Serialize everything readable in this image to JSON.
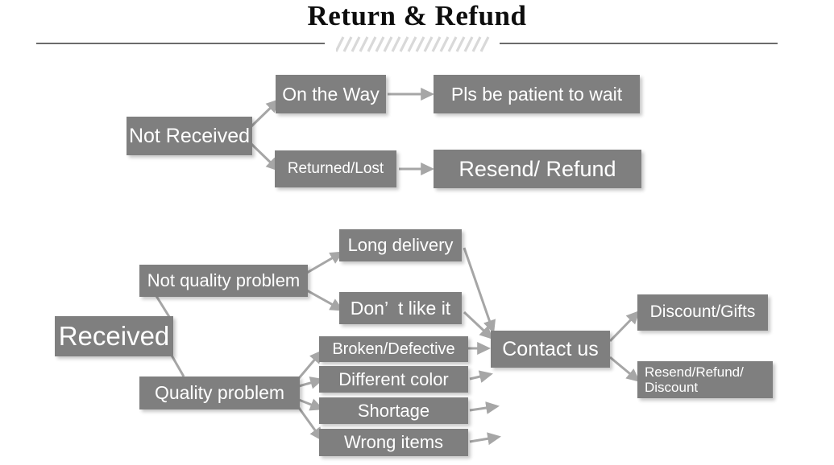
{
  "header": {
    "title": "Return & Refund",
    "divider_icon": "hatch-divider-icon"
  },
  "colors": {
    "node_fill": "#7f7f7f",
    "node_text": "#ffffff",
    "connector": "#a6a6a6",
    "divider_rule": "#6b6b6b",
    "divider_hatch": "#d9d9d9",
    "page_background": "#ffffff",
    "title_text": "#0d0d0d"
  },
  "flow": {
    "not_received_branch": {
      "root": "Not Received",
      "nodes": [
        {
          "id": "on-the-way",
          "label": "On the Way"
        },
        {
          "id": "pls-wait",
          "label": "Pls be patient to wait"
        },
        {
          "id": "returned-lost",
          "label": "Returned/Lost"
        },
        {
          "id": "resend-refund",
          "label": "Resend/ Refund"
        }
      ]
    },
    "received_branch": {
      "root": "Received",
      "nodes": [
        {
          "id": "not-quality",
          "label": "Not quality problem"
        },
        {
          "id": "quality",
          "label": "Quality problem"
        },
        {
          "id": "long-delivery",
          "label": "Long delivery"
        },
        {
          "id": "dont-like",
          "label": "Don’  t like it"
        },
        {
          "id": "broken",
          "label": "Broken/Defective"
        },
        {
          "id": "diff-color",
          "label": "Different color"
        },
        {
          "id": "shortage",
          "label": "Shortage"
        },
        {
          "id": "wrong-items",
          "label": "Wrong items"
        },
        {
          "id": "contact-us",
          "label": "Contact us"
        },
        {
          "id": "discount-gifts",
          "label": "Discount/Gifts"
        },
        {
          "id": "resend-discount",
          "label": "Resend/Refund/\nDiscount"
        }
      ]
    }
  }
}
